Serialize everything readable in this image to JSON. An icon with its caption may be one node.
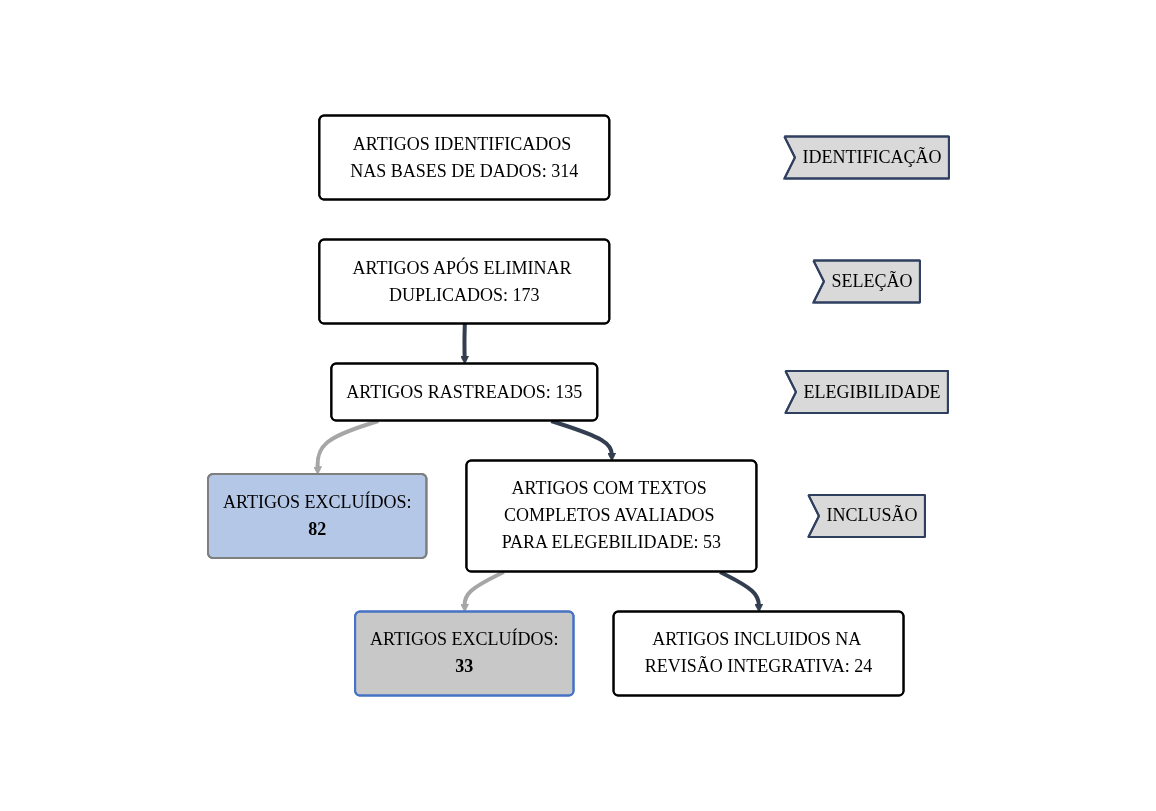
{
  "diagram": {
    "nodes": [
      {
        "text": [
          "IDENTIFICAÇÃO"
        ]
      },
      {
        "text": [
          "ARTIGOS IDENTIFICADOS NAS BASES DE DADOS: 314"
        ]
      },
      {
        "text": [
          "ARTIGOS APÓS ELIMINAR DUPLICADOS: 173"
        ]
      },
      {
        "text": [
          "SELEÇÃO"
        ]
      },
      {
        "text": [
          "ARTIGOS RASTREADOS: 135"
        ]
      },
      {
        "text": [
          "ARTIGOS EXCLUÍDOS:",
          "82"
        ]
      },
      {
        "text": [
          "ELEGIBILIDADE"
        ]
      },
      {
        "text": [
          "ARTIGOS COM TEXTOS COMPLETOS AVALIADOS PARA ELEGEBILIDADE: 53"
        ]
      },
      {
        "text": [
          "ARTIGOS EXCLUÍDOS:",
          "33"
        ]
      },
      {
        "text": [
          "INCLUSÃO"
        ]
      },
      {
        "text": [
          "ARTIGOS INCLUIDOS NA REVISÃO INTEGRATIVA: 24"
        ]
      }
    ],
    "edges": [
      {
        "from": 2,
        "to": 4,
        "arrow": "to"
      },
      {
        "from": 4,
        "to": 5,
        "arrow": "to",
        "color": "#a6a6a6"
      },
      {
        "from": 4,
        "to": 7,
        "arrow": "to"
      },
      {
        "from": 7,
        "to": 8,
        "arrow": "to",
        "color": "#a6a6a6"
      },
      {
        "from": 7,
        "to": 10,
        "arrow": "to"
      }
    ]
  }
}
